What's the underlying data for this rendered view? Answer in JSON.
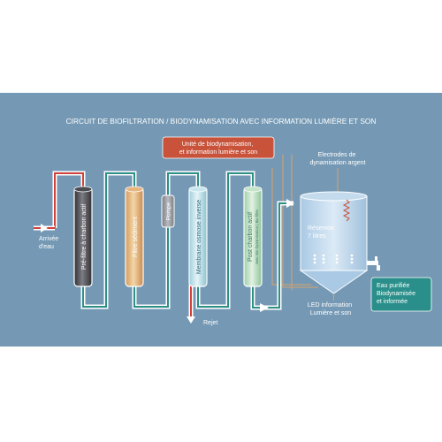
{
  "title": "CIRCUIT DE BIOFILTRATION / BIODYNAMISATION AVEC INFORMATION LUMIÈRE ET SON",
  "unit_box": {
    "line1": "Unité de biodynamisation,",
    "line2": "et information lumière et son"
  },
  "electrodes": {
    "line1": "Electrodes de",
    "line2": "dynamisation argent"
  },
  "inlet": {
    "line1": "Arrivée",
    "line2": "d'eau"
  },
  "filters": {
    "prefiltre": "Pré-filtre à charbon actif",
    "sediment": "Filtre sédiment",
    "membrane": "Membrane osmose inverse",
    "postcharbon": "Post charbon actif",
    "postcharbon_sub": "avec Bio-Dynamisation | Bio-filtre"
  },
  "pump": "Pompe",
  "reject": "Rejet",
  "reservoir": {
    "line1": "Réservoir",
    "line2": "7 litres"
  },
  "led": {
    "line1": "LED information",
    "line2": "Lumière et son"
  },
  "output": {
    "line1": "Eau purifiée",
    "line2": "Biodynamisée",
    "line3": "et informée"
  },
  "colors": {
    "background": "#7599b4",
    "pipe_outer": "#ffffff",
    "pipe_inner": "#2d8f86",
    "pipe_red": "#d2403a",
    "unit_box": "#c8523a",
    "output_box": "#2a8f8a",
    "wire": "#d9a36a"
  }
}
